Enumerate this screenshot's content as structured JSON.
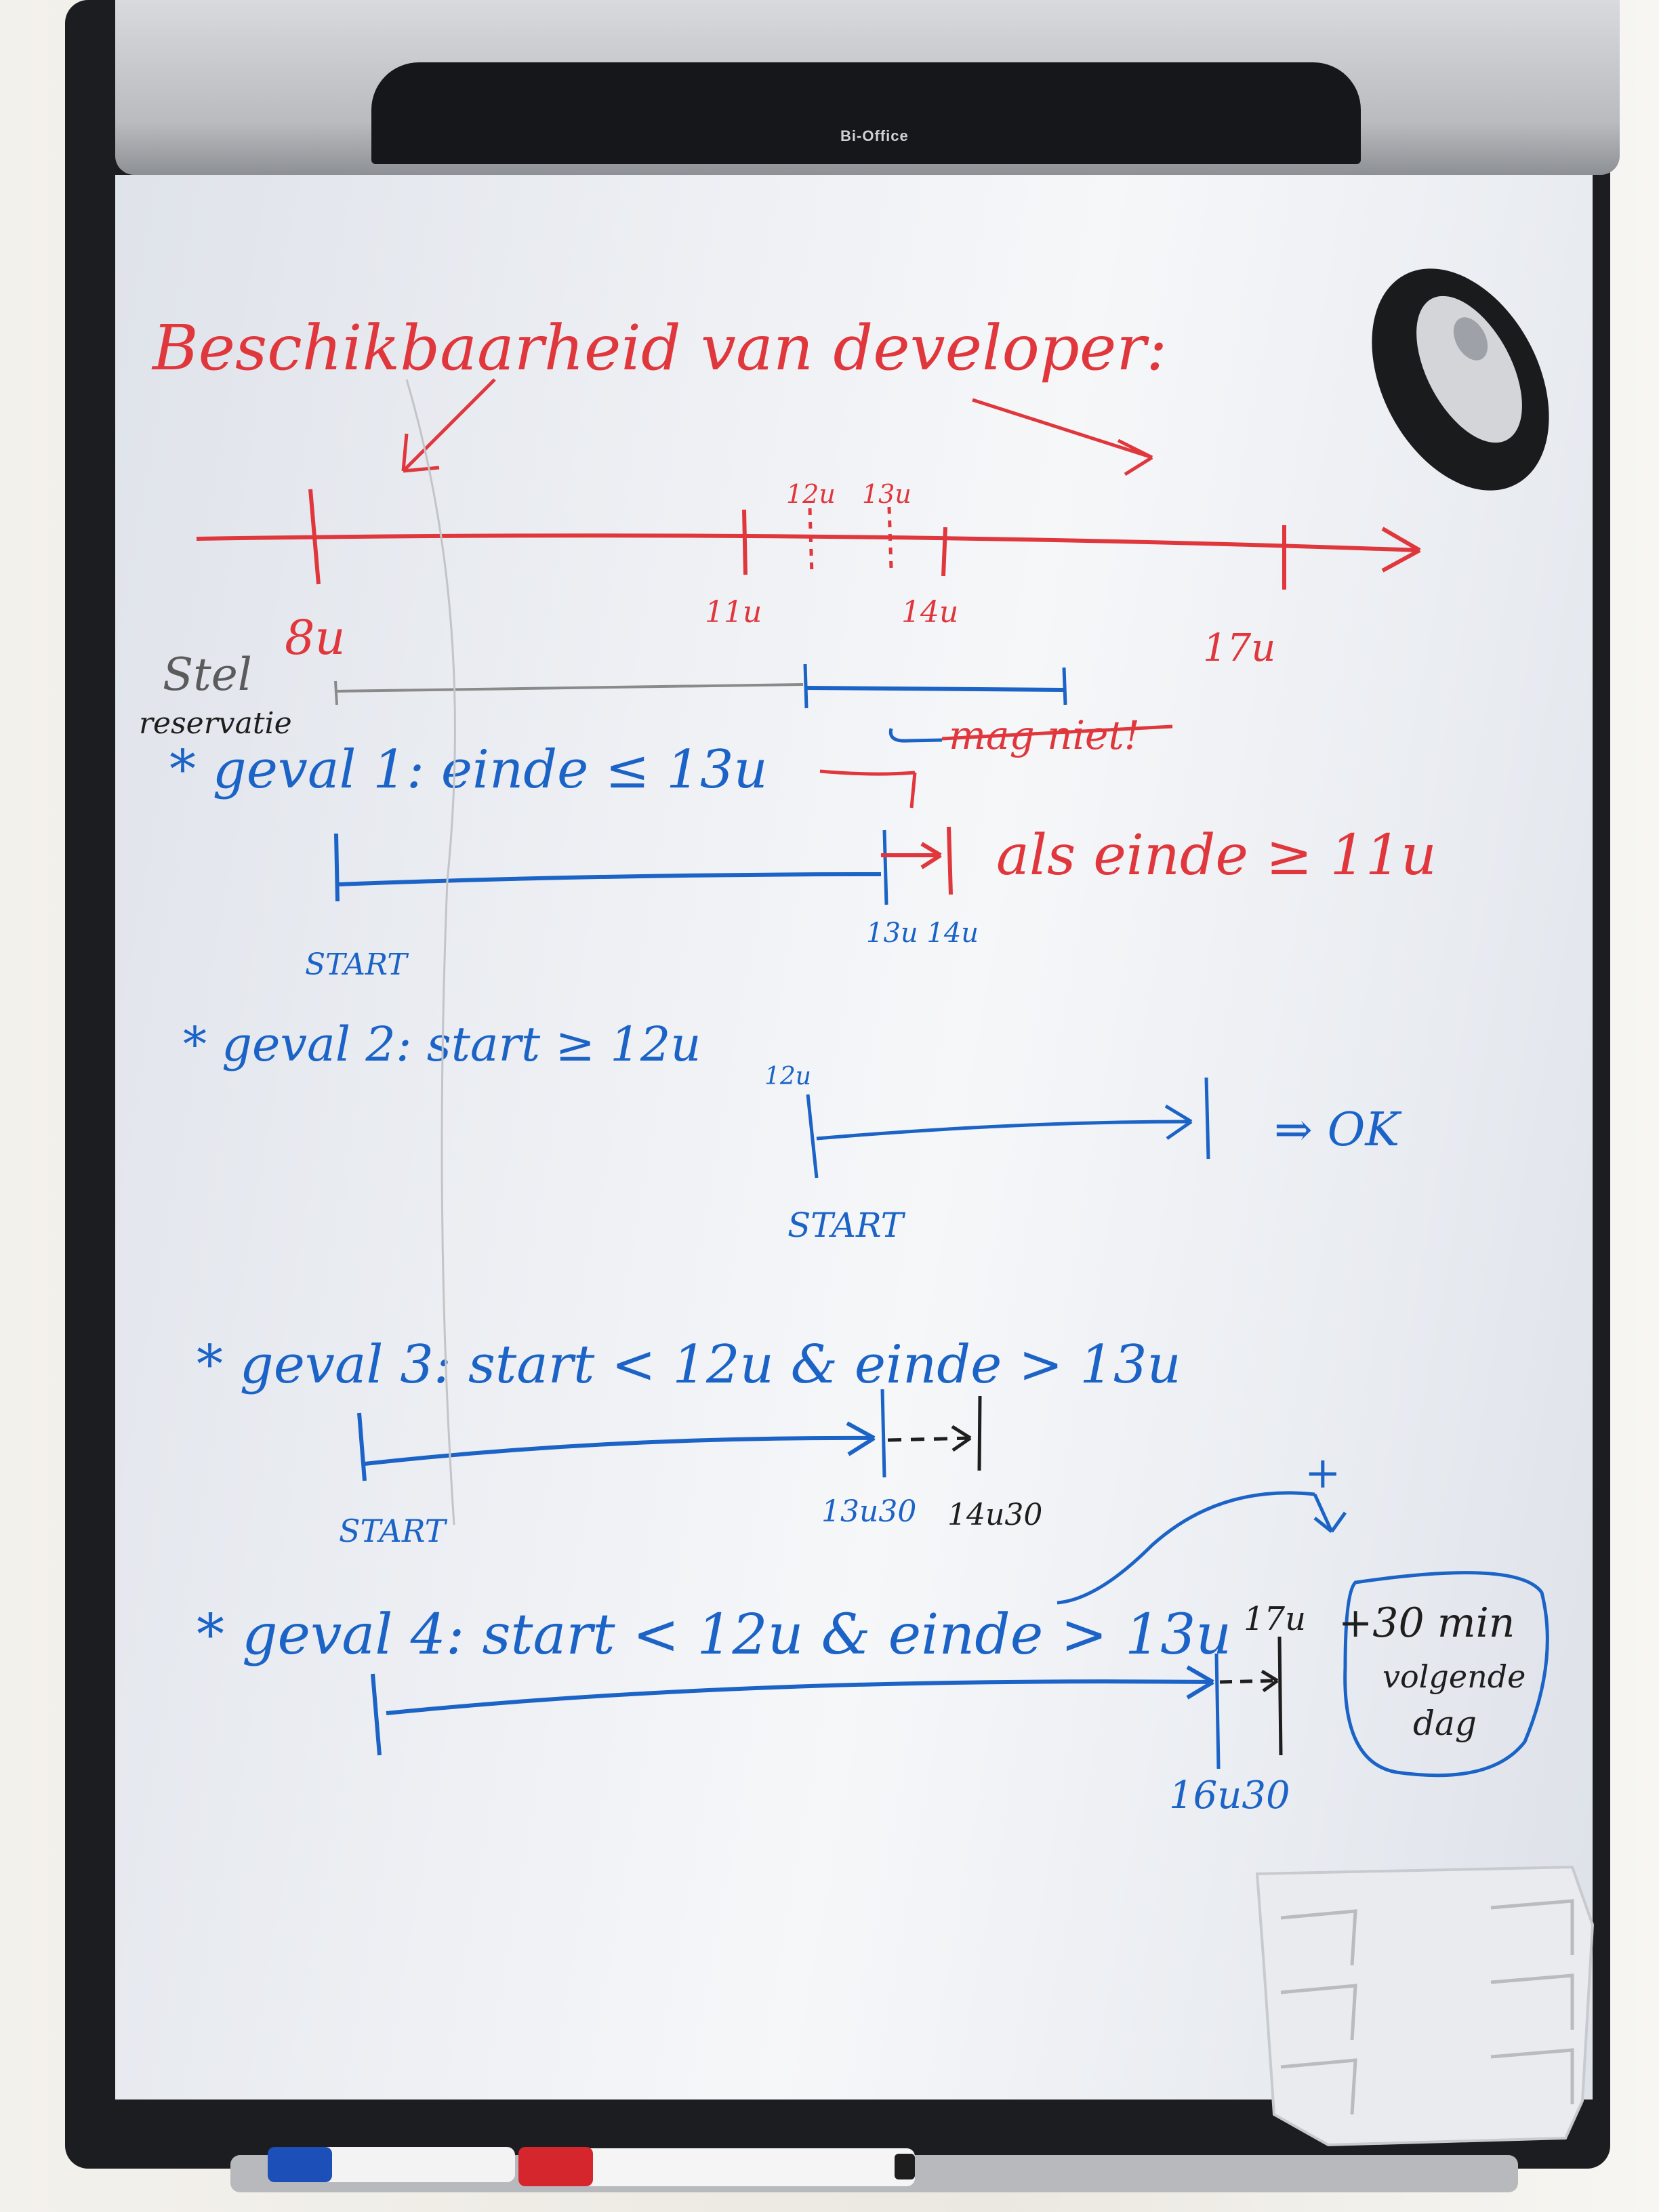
{
  "brand": "Bi-Office",
  "heading": "Beschikbaarheid van developer:",
  "timeline": {
    "labels": [
      "8u",
      "11u",
      "12u",
      "13u",
      "14u",
      "17u"
    ]
  },
  "stel_reservatie": {
    "line1": "Stel",
    "line2": "reservatie",
    "mag_niet": "mag niet!"
  },
  "geval1": {
    "heading": "* geval 1: einde ≤ 13u",
    "start": "START",
    "ticks": "13u 14u",
    "note": "als einde ≥ 11u"
  },
  "geval2": {
    "heading": "* geval 2: start ≥ 12u",
    "tick": "12u",
    "start": "START",
    "result": "⇒ OK"
  },
  "geval3": {
    "heading": "* geval 3: start < 12u & einde > 13u",
    "start": "START",
    "t1": "13u30",
    "t2": "14u30"
  },
  "geval4": {
    "heading": "* geval 4: start < 12u & einde > 13u",
    "plus": "+",
    "t17": "17u",
    "t1630": "16u30",
    "bubble1": "+30 min",
    "bubble2": "volgende",
    "bubble3": "dag"
  },
  "colors": {
    "red_ink": "#e0373d",
    "blue_ink": "#1b63c6",
    "black_ink": "#1e1e1e"
  }
}
